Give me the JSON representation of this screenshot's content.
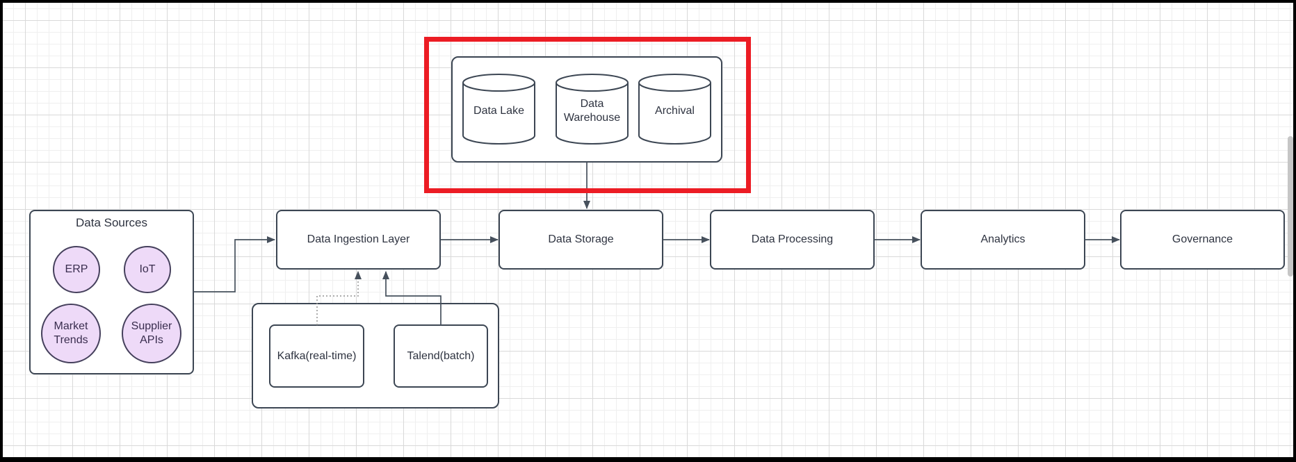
{
  "colors": {
    "node_stroke": "#3c4653",
    "connector": "#46505c",
    "dotted_connector": "#909090",
    "highlight_red": "#ec1c24",
    "circle_fill": "#eedaf8",
    "circle_stroke": "#45405c",
    "text": "#2e3340",
    "scrollbar_thumb": "#c6c6c6"
  },
  "storage_group": {
    "items": [
      {
        "label": "Data Lake"
      },
      {
        "label": "Data Warehouse"
      },
      {
        "label": "Archival"
      }
    ]
  },
  "pipeline": {
    "ingestion": {
      "label": "Data Ingestion Layer"
    },
    "storage": {
      "label": "Data Storage"
    },
    "processing": {
      "label": "Data Processing"
    },
    "analytics": {
      "label": "Analytics"
    },
    "governance": {
      "label": "Governance"
    }
  },
  "data_sources": {
    "title": "Data Sources",
    "items": [
      {
        "label": "ERP"
      },
      {
        "label": "IoT"
      },
      {
        "label": "Market Trends"
      },
      {
        "label": "Supplier APIs"
      }
    ]
  },
  "ingestion_tools": {
    "items": [
      {
        "label": "Kafka(real-time)"
      },
      {
        "label": "Talend(batch)"
      }
    ]
  }
}
